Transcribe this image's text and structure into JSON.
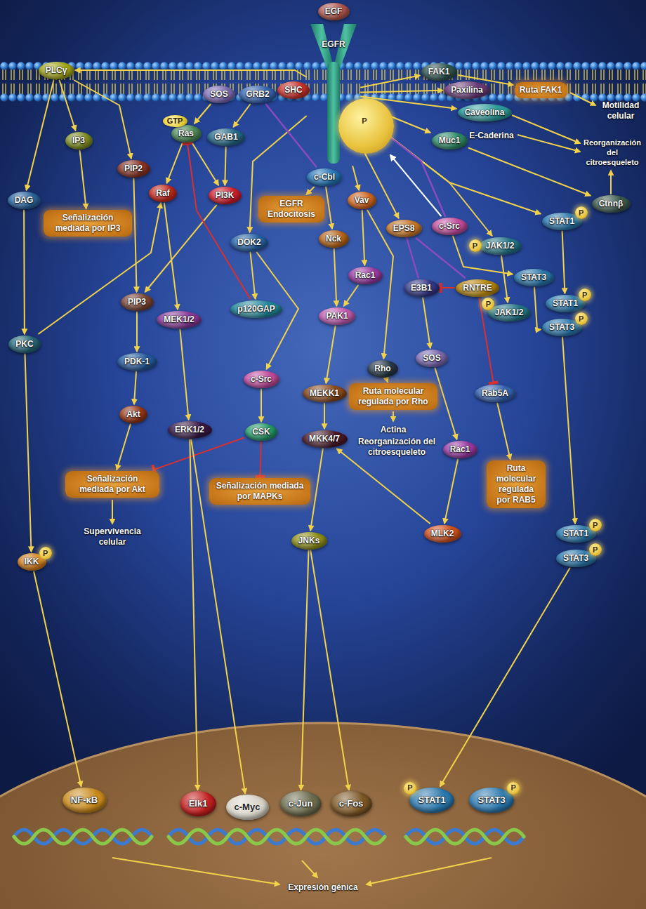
{
  "diagram": {
    "nodes": [
      {
        "text": [
          "EGF"
        ]
      },
      {
        "text": [
          "EGFR"
        ]
      },
      {
        "text": [
          "P"
        ],
        "in": 1
      },
      {
        "text": [
          "PLCγ"
        ]
      },
      {
        "text": [
          "FAK1"
        ]
      },
      {
        "text": [
          "Paxilina"
        ]
      },
      {
        "text": [
          "Ruta FAK1"
        ]
      },
      {
        "text": [
          "SOS"
        ]
      },
      {
        "text": [
          "GRB2"
        ]
      },
      {
        "text": [
          "SHC"
        ]
      },
      {
        "text": [
          "Caveolina"
        ]
      },
      {
        "text": [
          "Ras"
        ]
      },
      {
        "text": [
          "GTP"
        ],
        "in": 11
      },
      {
        "text": [
          "GAB1"
        ]
      },
      {
        "text": [
          "c-Cbl"
        ]
      },
      {
        "text": [
          "Muc1"
        ]
      },
      {
        "text": [
          "IP3"
        ]
      },
      {
        "text": [
          "EGFR Endocitosis"
        ]
      },
      {
        "text": [
          "Vav"
        ]
      },
      {
        "text": [
          "PIP2"
        ]
      },
      {
        "text": [
          "EPS8"
        ]
      },
      {
        "text": [
          "c-Src"
        ]
      },
      {
        "text": [
          "STAT1"
        ]
      },
      {
        "text": [
          "P"
        ],
        "in": 22
      },
      {
        "text": [
          "JAK1/2"
        ]
      },
      {
        "text": [
          "P"
        ],
        "in": 24
      },
      {
        "text": [
          "Raf"
        ]
      },
      {
        "text": [
          "PI3K"
        ]
      },
      {
        "text": [
          "DAG"
        ]
      },
      {
        "text": [
          "Señalización mediada por IP3"
        ]
      },
      {
        "text": [
          "Nck"
        ]
      },
      {
        "text": [
          "DOK2"
        ]
      },
      {
        "text": [
          "STAT3"
        ]
      },
      {
        "text": [
          "Ctnnβ"
        ]
      },
      {
        "text": [
          "Rac1"
        ]
      },
      {
        "text": [
          "E3B1"
        ]
      },
      {
        "text": [
          "RNTRE"
        ]
      },
      {
        "text": [
          "PIP3"
        ]
      },
      {
        "text": [
          "PAK1"
        ]
      },
      {
        "text": [
          "JAK1/2"
        ]
      },
      {
        "text": [
          "P"
        ],
        "in": 39
      },
      {
        "text": [
          "STAT1"
        ]
      },
      {
        "text": [
          "P"
        ],
        "in": 41
      },
      {
        "text": [
          "STAT3"
        ]
      },
      {
        "text": [
          "P"
        ],
        "in": 43
      },
      {
        "text": [
          "p120GAP"
        ]
      },
      {
        "text": [
          "PKC"
        ]
      },
      {
        "text": [
          "MEK1/2"
        ]
      },
      {
        "text": [
          "PDK-1"
        ]
      },
      {
        "text": [
          "Rho"
        ]
      },
      {
        "text": [
          "SOS"
        ]
      },
      {
        "text": [
          "Ruta molecular regulada por Rho"
        ]
      },
      {
        "text": [
          "Rab5A"
        ]
      },
      {
        "text": [
          "c-Src"
        ]
      },
      {
        "text": [
          "MEKK1"
        ]
      },
      {
        "text": [
          "Akt"
        ]
      },
      {
        "text": [
          "ERK1/2"
        ]
      },
      {
        "text": [
          "CSK"
        ]
      },
      {
        "text": [
          "MKK4/7"
        ]
      },
      {
        "text": [
          "Rac1"
        ]
      },
      {
        "text": [
          "Ruta molecular regulada por RAB5"
        ]
      },
      {
        "text": [
          "Señalización mediada por Akt"
        ]
      },
      {
        "text": [
          "Señalización mediada por MAPKs"
        ]
      },
      {
        "text": [
          "JNKs"
        ]
      },
      {
        "text": [
          "MLK2"
        ]
      },
      {
        "text": [
          "STAT1"
        ]
      },
      {
        "text": [
          "P"
        ],
        "in": 65
      },
      {
        "text": [
          "STAT3"
        ]
      },
      {
        "text": [
          "P"
        ],
        "in": 67
      },
      {
        "text": [
          "IKK"
        ]
      },
      {
        "text": [
          "P"
        ],
        "in": 69
      },
      {
        "text": [
          "NF-κB"
        ]
      },
      {
        "text": [
          "Elk1"
        ]
      },
      {
        "text": [
          "c-Myc"
        ]
      },
      {
        "text": [
          "c-Jun"
        ]
      },
      {
        "text": [
          "c-Fos"
        ]
      },
      {
        "text": [
          "STAT1"
        ]
      },
      {
        "text": [
          "P"
        ],
        "in": 76
      },
      {
        "text": [
          "STAT3"
        ]
      },
      {
        "text": [
          "P"
        ],
        "in": 78
      }
    ],
    "edges": [
      {
        "from": 1,
        "to": 3,
        "arrow": "to"
      },
      {
        "from": 1,
        "to": 4,
        "arrow": "to"
      },
      {
        "from": 1,
        "to": 5,
        "arrow": "to"
      },
      {
        "from": 4,
        "to": 6,
        "arrow": "to"
      },
      {
        "from": 1,
        "to": 10,
        "arrow": "to"
      },
      {
        "from": 1,
        "to": 15,
        "arrow": "to"
      },
      {
        "from": 1,
        "to": 22,
        "arrow": "to"
      },
      {
        "from": 1,
        "to": 24,
        "arrow": "to"
      },
      {
        "from": 1,
        "to": 21,
        "arrow": "none"
      },
      {
        "from": 1,
        "to": 20,
        "arrow": "to"
      },
      {
        "from": 1,
        "to": 18,
        "arrow": "to"
      },
      {
        "from": 1,
        "to": 31,
        "arrow": "to"
      },
      {
        "from": 7,
        "to": 11,
        "arrow": "to"
      },
      {
        "from": 8,
        "to": 13,
        "arrow": "to"
      },
      {
        "from": 8,
        "to": 14,
        "arrow": "none"
      },
      {
        "from": 13,
        "to": 27,
        "arrow": "to"
      },
      {
        "from": 11,
        "to": 26,
        "arrow": "to"
      },
      {
        "from": 11,
        "to": 27,
        "arrow": "to"
      },
      {
        "from": 3,
        "to": 16,
        "arrow": "to"
      },
      {
        "from": 3,
        "to": 19,
        "arrow": "to"
      },
      {
        "from": 3,
        "to": 28,
        "arrow": "to"
      },
      {
        "from": 16,
        "to": 29,
        "arrow": "to"
      },
      {
        "from": 19,
        "to": 37,
        "arrow": "to"
      },
      {
        "from": 27,
        "to": 37,
        "arrow": "to"
      },
      {
        "from": 28,
        "to": 46,
        "arrow": "to"
      },
      {
        "from": 46,
        "to": 26,
        "arrow": "to"
      },
      {
        "from": 46,
        "to": 69,
        "arrow": "to"
      },
      {
        "from": 26,
        "to": 47,
        "arrow": "to"
      },
      {
        "from": 47,
        "to": 56,
        "arrow": "to"
      },
      {
        "from": 37,
        "to": 48,
        "arrow": "to"
      },
      {
        "from": 48,
        "to": 55,
        "arrow": "to"
      },
      {
        "from": 55,
        "to": 61,
        "arrow": "to"
      },
      {
        "from": 31,
        "to": 45,
        "arrow": "to"
      },
      {
        "from": 31,
        "to": 53,
        "arrow": "to"
      },
      {
        "from": 53,
        "to": 57,
        "arrow": "to"
      },
      {
        "from": 45,
        "to": 11,
        "arrow": "to"
      },
      {
        "from": 57,
        "to": 61,
        "arrow": "to"
      },
      {
        "from": 57,
        "to": 62,
        "arrow": "to"
      },
      {
        "from": 14,
        "to": 17,
        "arrow": "to"
      },
      {
        "from": 14,
        "to": 30,
        "arrow": "to"
      },
      {
        "from": 18,
        "to": 34,
        "arrow": "to"
      },
      {
        "from": 18,
        "to": 49,
        "arrow": "to"
      },
      {
        "from": 30,
        "to": 38,
        "arrow": "to"
      },
      {
        "from": 34,
        "to": 38,
        "arrow": "to"
      },
      {
        "from": 38,
        "to": 54,
        "arrow": "to"
      },
      {
        "from": 54,
        "to": 58,
        "arrow": "to"
      },
      {
        "from": 58,
        "to": 63,
        "arrow": "to"
      },
      {
        "from": 64,
        "to": 58,
        "arrow": "to"
      },
      {
        "from": 49,
        "to": 51,
        "arrow": "to"
      },
      {
        "from": 20,
        "to": 35,
        "arrow": "none"
      },
      {
        "from": 20,
        "to": 36,
        "arrow": "none"
      },
      {
        "from": 36,
        "to": 35,
        "arrow": "to"
      },
      {
        "from": 36,
        "to": 52,
        "arrow": "to"
      },
      {
        "from": 35,
        "to": 50,
        "arrow": "to"
      },
      {
        "from": 50,
        "to": 59,
        "arrow": "to"
      },
      {
        "from": 59,
        "to": 64,
        "arrow": "to"
      },
      {
        "from": 52,
        "to": 60,
        "arrow": "to"
      },
      {
        "from": 21,
        "to": 32,
        "arrow": "to"
      },
      {
        "from": 22,
        "to": 41,
        "arrow": "to"
      },
      {
        "from": 24,
        "to": 39,
        "arrow": "to"
      },
      {
        "from": 32,
        "to": 43,
        "arrow": "to"
      },
      {
        "from": 15,
        "to": 33,
        "arrow": "to"
      },
      {
        "from": 43,
        "to": 65,
        "arrow": "to"
      },
      {
        "from": 67,
        "to": 76,
        "arrow": "to"
      },
      {
        "from": 69,
        "to": 71,
        "arrow": "to"
      },
      {
        "from": 56,
        "to": 72,
        "arrow": "to"
      },
      {
        "from": 56,
        "to": 73,
        "arrow": "to"
      },
      {
        "from": 63,
        "to": 74,
        "arrow": "to"
      },
      {
        "from": 63,
        "to": 75,
        "arrow": "to"
      },
      {
        "from": 21,
        "to": 2,
        "arrow": "to"
      }
    ],
    "labels": [
      "Motilidad celular",
      "Reorganización del citroesqueleto",
      "E-Caderina",
      "Actina",
      "Reorganización del citroesqueleto",
      "Supervivencia celular",
      "Expresión génica"
    ]
  }
}
